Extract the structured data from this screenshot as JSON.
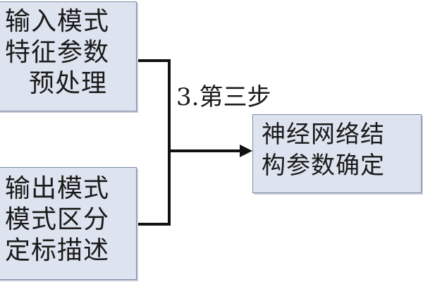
{
  "diagram": {
    "nodes": {
      "top": {
        "lines": [
          "输入模式",
          "特征参数",
          "预处理"
        ]
      },
      "bottom": {
        "lines": [
          "输出模式",
          "模式区分",
          "定标描述"
        ]
      },
      "right": {
        "lines": [
          "神经网络结",
          "构参数确定"
        ]
      }
    },
    "step_label": "3.第三步",
    "colors": {
      "node_fill": "#dde3ef",
      "node_border": "#7d8aa6",
      "connector": "#111111",
      "text": "#1a1a1a"
    }
  }
}
